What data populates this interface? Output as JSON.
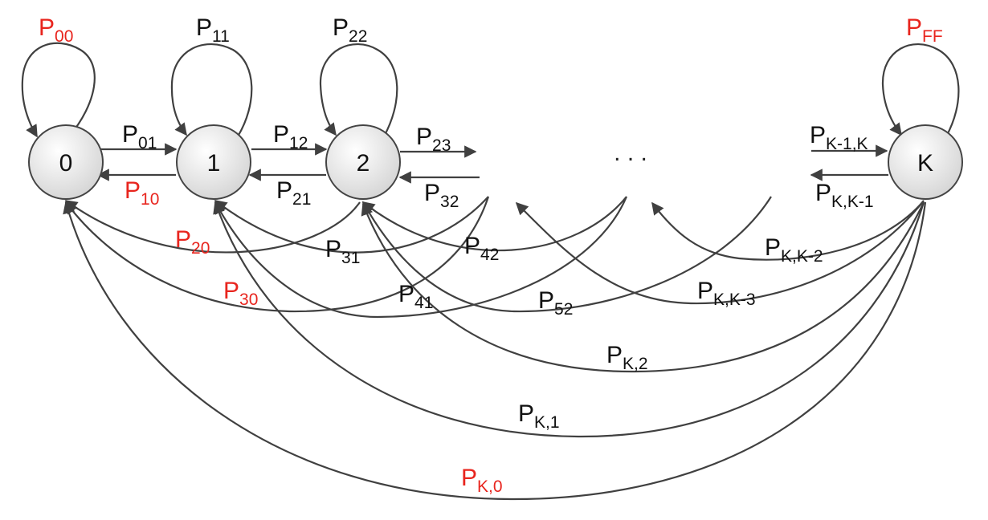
{
  "nodes": [
    {
      "id": "0",
      "label": "0"
    },
    {
      "id": "1",
      "label": "1"
    },
    {
      "id": "2",
      "label": "2"
    },
    {
      "id": "K",
      "label": "K"
    }
  ],
  "ellipsis": ". . .",
  "colors": {
    "red": "#e8251e",
    "black": "#111111",
    "node_fill_top": "#ffffff",
    "node_fill_bottom": "#d8d8d8",
    "edge": "#404040"
  },
  "labels": {
    "p00": {
      "main": "P",
      "sub": "00",
      "color": "red"
    },
    "p11": {
      "main": "P",
      "sub": "11",
      "color": "black"
    },
    "p22": {
      "main": "P",
      "sub": "22",
      "color": "black"
    },
    "pff": {
      "main": "P",
      "sub": "FF",
      "color": "red"
    },
    "p01": {
      "main": "P",
      "sub": "01",
      "color": "black"
    },
    "p10": {
      "main": "P",
      "sub": "10",
      "color": "red"
    },
    "p12": {
      "main": "P",
      "sub": "12",
      "color": "black"
    },
    "p21": {
      "main": "P",
      "sub": "21",
      "color": "black"
    },
    "p23": {
      "main": "P",
      "sub": "23",
      "color": "black"
    },
    "p32": {
      "main": "P",
      "sub": "32",
      "color": "black"
    },
    "pk1k": {
      "main": "P",
      "sub": "K-1,K",
      "color": "black"
    },
    "pkk1": {
      "main": "P",
      "sub": "K,K-1",
      "color": "black"
    },
    "p20": {
      "main": "P",
      "sub": "20",
      "color": "red"
    },
    "p31": {
      "main": "P",
      "sub": "31",
      "color": "black"
    },
    "p42": {
      "main": "P",
      "sub": "42",
      "color": "black"
    },
    "pkk2": {
      "main": "P",
      "sub": "K,K-2",
      "color": "black"
    },
    "p30": {
      "main": "P",
      "sub": "30",
      "color": "red"
    },
    "p41": {
      "main": "P",
      "sub": "41",
      "color": "black"
    },
    "p52": {
      "main": "P",
      "sub": "52",
      "color": "black"
    },
    "pkk3": {
      "main": "P",
      "sub": "K,K-3",
      "color": "black"
    },
    "pk2": {
      "main": "P",
      "sub": "K,2",
      "color": "black"
    },
    "pk1": {
      "main": "P",
      "sub": "K,1",
      "color": "black"
    },
    "pk0": {
      "main": "P",
      "sub": "K,0",
      "color": "red"
    }
  }
}
